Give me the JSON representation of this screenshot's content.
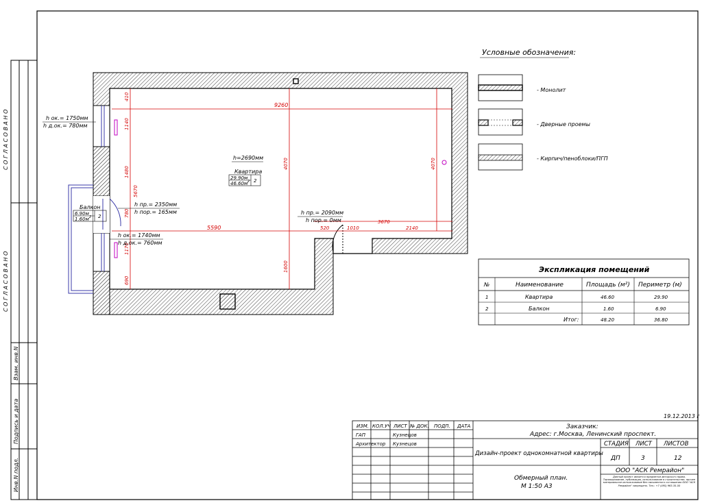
{
  "stamps": {
    "soglasovano_top": "С О Г Л А С О В А Н О",
    "soglasovano_bottom": "С О Г Л А С О В А Н О",
    "vzam": "Взам. инв.N",
    "podpis": "Подпись и дата",
    "inv": "Инв.N подл."
  },
  "plan": {
    "dims": {
      "d410": "410",
      "d1140": "1140",
      "d1480": "1480",
      "d5670": "5670",
      "d780": "780",
      "d1170": "1170",
      "d690": "690",
      "d9260": "9260",
      "d4070a": "4070",
      "d4070b": "4070",
      "d5590": "5590",
      "d520": "520",
      "d1010": "1010",
      "d3670": "3670",
      "d2140": "2140",
      "d1600": "1600"
    },
    "notes": {
      "win1_a": "h ок.= 1750мм",
      "win1_b": "h д.ок.= 780мм",
      "door1_a": "h пр.= 2350мм",
      "door1_b": "h пор.= 165мм",
      "win2_a": "h ок.= 1740мм",
      "win2_b": "h д.ок.= 760мм",
      "door2_a": "h пр.= 2090мм",
      "door2_b": "h пор.= 0мм",
      "height": "h=2690мм"
    },
    "rooms": {
      "flat_name": "Квартира",
      "flat_perim": "29.90м",
      "flat_area": "46.60м",
      "flat_sup": "2",
      "flat_num": "2",
      "balc_name": "Балкон",
      "balc_perim": "6.90м",
      "balc_area": "1.60м",
      "balc_sup": "2",
      "balc_num": "2"
    }
  },
  "legend": {
    "title": "Условные обозначения:",
    "items": [
      "- Монолит",
      "- Дверные проемы",
      "- Кирпич/пенобл­оки/ПГП"
    ]
  },
  "explication": {
    "title": "Экспликация помещений",
    "headers": [
      "№",
      "Наименование",
      "Площадь (м²)",
      "Периметр (м)"
    ],
    "rows": [
      [
        "1",
        "Квартира",
        "46.60",
        "29.90"
      ],
      [
        "2",
        "Балкон",
        "1.60",
        "6.90"
      ],
      [
        "",
        "Итог:",
        "48.20",
        "36.80"
      ]
    ]
  },
  "titleblock": {
    "date": "19.12.2013 г",
    "h1": "ИЗМ.",
    "h2": "КОЛ.УЧ",
    "h3": "ЛИСТ",
    "h4": "№ ДОК.",
    "h5": "ПОДП.",
    "h6": "ДАТА",
    "r1_role": "ГАП",
    "r1_name": "Кузнецов",
    "r2_role": "Архитектор",
    "r2_name": "Кузнецов",
    "customer": "Заказчик:",
    "address": "Адрес: г.Москва, Ленинский проспект.",
    "project": "Дизайн-проект однокомнатной квартиры",
    "stage_h": "СТАДИЯ",
    "sheet_h": "ЛИСТ",
    "sheets_h": "ЛИСТОВ",
    "stage": "ДП",
    "sheet": "3",
    "sheets": "12",
    "company": "ООО \"АСК Ремрайон\"",
    "drawing_a": "Обмерный план.",
    "drawing_b": "М 1:50 А3",
    "fine": "Данный проект является предметом авторского права. Тиражирование, публикация, использование в строительстве, прочее материальное использование без письменного соглашения ООО \"АСК Ремрайон\" запрещено. Тел.: +7 (495) 963-35-50"
  }
}
